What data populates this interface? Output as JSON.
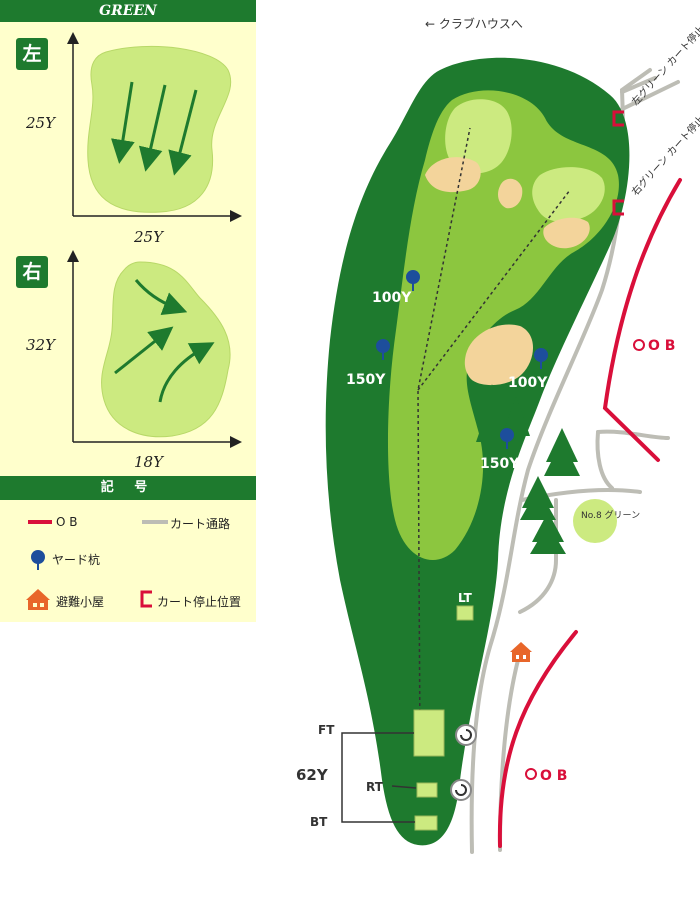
{
  "green_panel": {
    "header": "GREEN",
    "left": {
      "badge": "左",
      "depth": "25Y",
      "width": "25Y"
    },
    "right": {
      "badge": "右",
      "depth": "32Y",
      "width": "18Y"
    }
  },
  "legend": {
    "header": "記 号",
    "items": {
      "ob": "O B",
      "cart_path": "カート通路",
      "yard_post": "ヤード杭",
      "shelter": "避難小屋",
      "cart_stop": "カート停止位置"
    }
  },
  "course": {
    "clubhouse": "← クラブハウスへ",
    "left_green_cart_stop": "左グリーン カート停止位置",
    "right_green_cart_stop": "右グリーン カート停止位置",
    "yard_posts": [
      "100Y",
      "150Y",
      "100Y",
      "150Y"
    ],
    "ob_labels": [
      "O B",
      "O B"
    ],
    "other_green": "No.8 グリーン",
    "lady_tee": "LT",
    "front_tee": "FT",
    "regular_tee": "RT",
    "back_tee": "BT",
    "tee_distance": "62Y"
  },
  "colors": {
    "rough": "#1e7a2e",
    "fairway": "#8cc63f",
    "green": "#ccea80",
    "bunker": "#f3d49b",
    "ob": "#d90f3a",
    "cart_path": "#bdbdb5",
    "yard_post": "#1d4e9c",
    "shelter": "#e8662a",
    "panel_bg": "#ffffcc"
  }
}
